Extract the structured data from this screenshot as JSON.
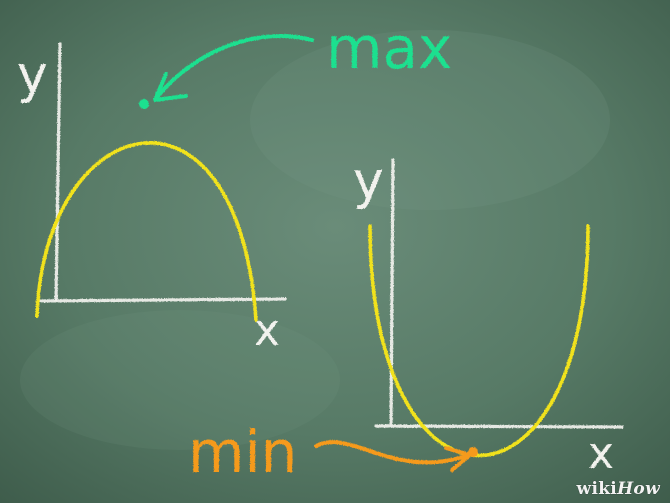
{
  "colors": {
    "board_center": "#6a8c79",
    "board_edge": "#3e5c4b",
    "axis_chalk": "#f2f2ee",
    "curve_yellow": "#f1e21f",
    "max_green": "#1fe08f",
    "min_orange": "#f59a1b"
  },
  "left_graph": {
    "y_label": "y",
    "x_label": "x",
    "curve": "downward-parabola"
  },
  "right_graph": {
    "y_label": "y",
    "x_label": "x",
    "curve": "upward-parabola"
  },
  "labels": {
    "max": "max",
    "min": "min"
  },
  "watermark": {
    "wiki": "wiki",
    "how": "How"
  }
}
